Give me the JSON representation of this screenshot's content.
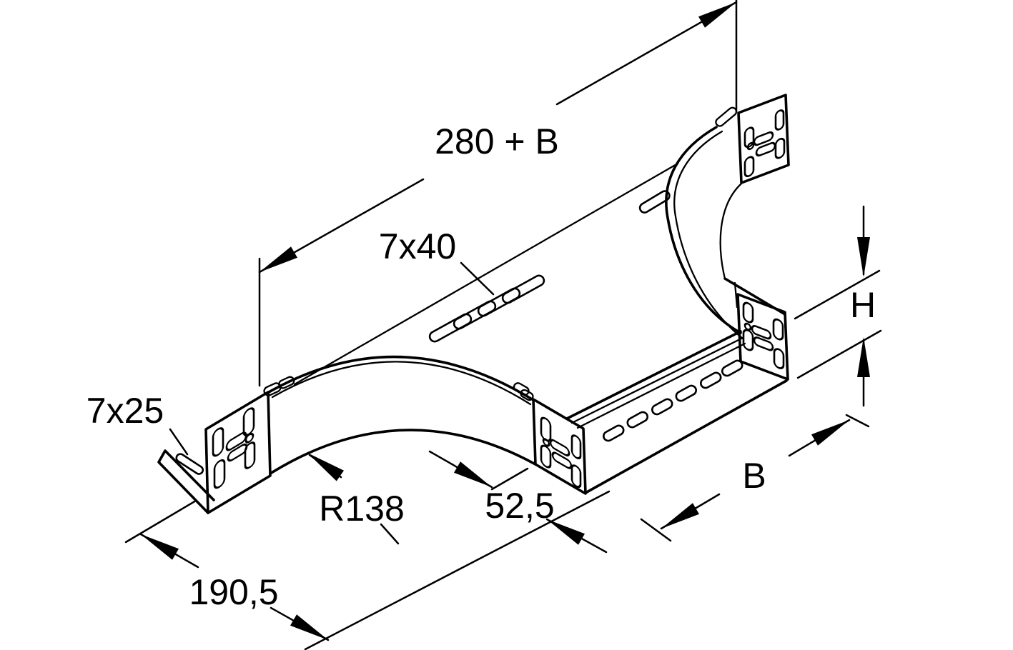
{
  "drawing": {
    "description": "Isometric technical line drawing of a perforated cable tray add-on tee piece",
    "background_color": "#ffffff",
    "line_color": "#000000",
    "labels": {
      "overall_length": "280 + B",
      "floor_slot": "7x40",
      "flange_slot": "7x25",
      "bend_radius": "R138",
      "branch_offset": "52,5",
      "left_length": "190,5",
      "width": "B",
      "height": "H"
    }
  }
}
